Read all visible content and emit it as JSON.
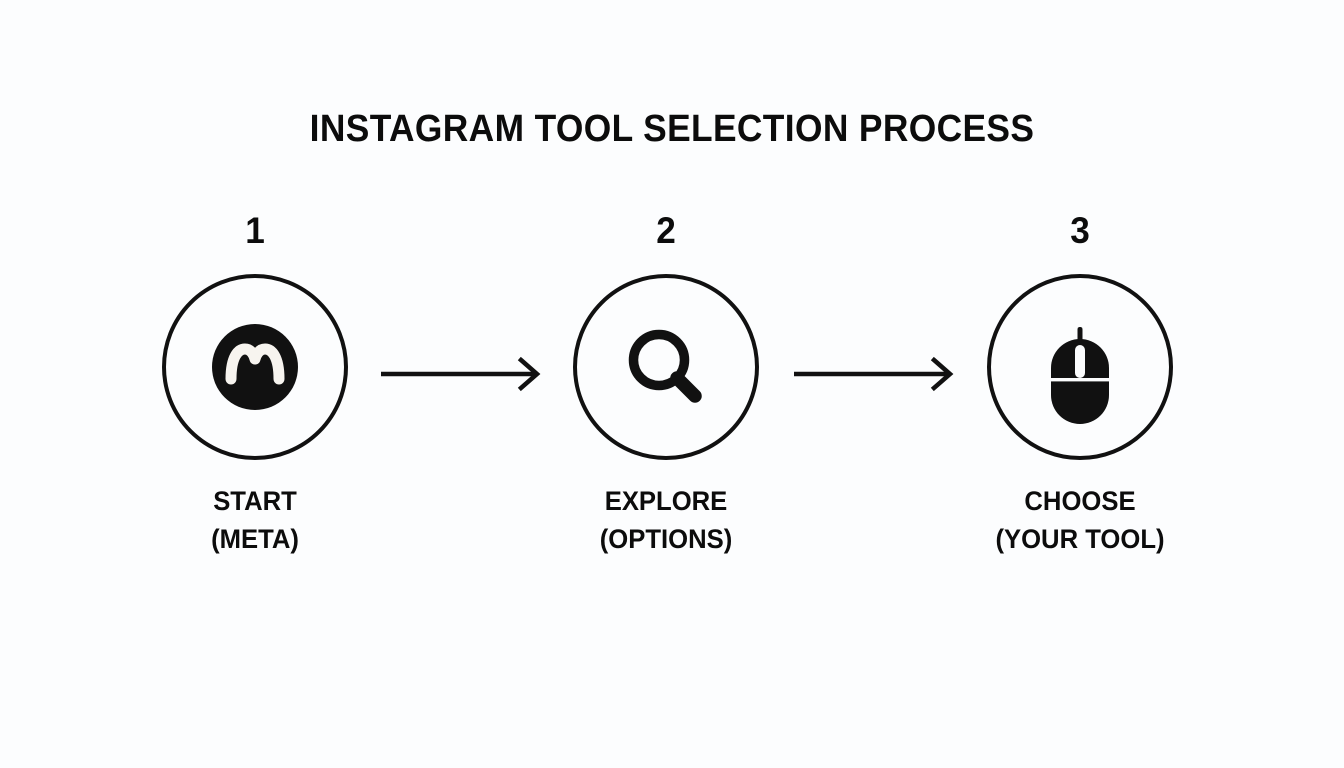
{
  "diagram": {
    "title": "INSTAGRAM TOOL SELECTION PROCESS",
    "background_color": "#fcfdfe",
    "ink_color": "#0c0c0c",
    "steps": [
      {
        "number": "1",
        "icon": "meta-logo-icon",
        "label_primary": "START",
        "label_secondary": "(META)"
      },
      {
        "number": "2",
        "icon": "magnifier-icon",
        "label_primary": "EXPLORE",
        "label_secondary": "(OPTIONS)"
      },
      {
        "number": "3",
        "icon": "computer-mouse-icon",
        "label_primary": "CHOOSE",
        "label_secondary": "(YOUR TOOL)"
      }
    ],
    "connectors": [
      {
        "name": "arrow-step1-to-step2",
        "direction": "right"
      },
      {
        "name": "arrow-step2-to-step3",
        "direction": "right"
      }
    ]
  },
  "chart_data": {
    "type": "diagram",
    "subtype": "linear-process-flow",
    "title": "INSTAGRAM TOOL SELECTION PROCESS",
    "nodes": [
      {
        "id": 1,
        "label": "START",
        "sublabel": "(META)",
        "icon": "meta-logo-icon"
      },
      {
        "id": 2,
        "label": "EXPLORE",
        "sublabel": "(OPTIONS)",
        "icon": "magnifier-icon"
      },
      {
        "id": 3,
        "label": "CHOOSE",
        "sublabel": "(YOUR TOOL)",
        "icon": "computer-mouse-icon"
      }
    ],
    "edges": [
      {
        "from": 1,
        "to": 2,
        "style": "arrow-right"
      },
      {
        "from": 2,
        "to": 3,
        "style": "arrow-right"
      }
    ]
  }
}
